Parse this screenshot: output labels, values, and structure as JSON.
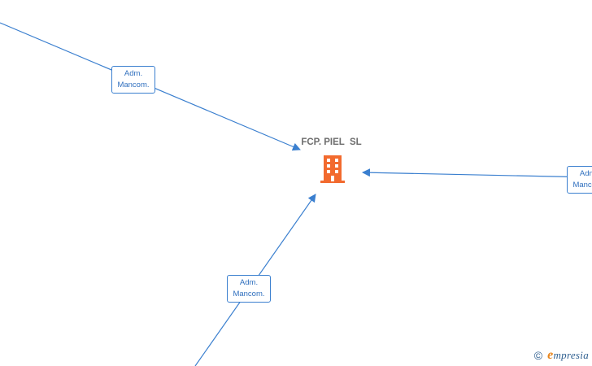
{
  "company": {
    "name": "FCP. PIEL  SL",
    "icon": "building-icon",
    "icon_color": "#f26a2e"
  },
  "relations": [
    {
      "label_line1": "Adm.",
      "label_line2": "Mancom."
    },
    {
      "label_line1": "Adm.",
      "label_line2": "Mancom."
    },
    {
      "label_line1": "Adm.",
      "label_line2": "Mancom."
    }
  ],
  "colors": {
    "edge": "#3a7fcf",
    "label_text": "#2f6fbe"
  },
  "watermark": {
    "copyright": "©",
    "brand_initial": "e",
    "brand_rest": "mpresia"
  }
}
